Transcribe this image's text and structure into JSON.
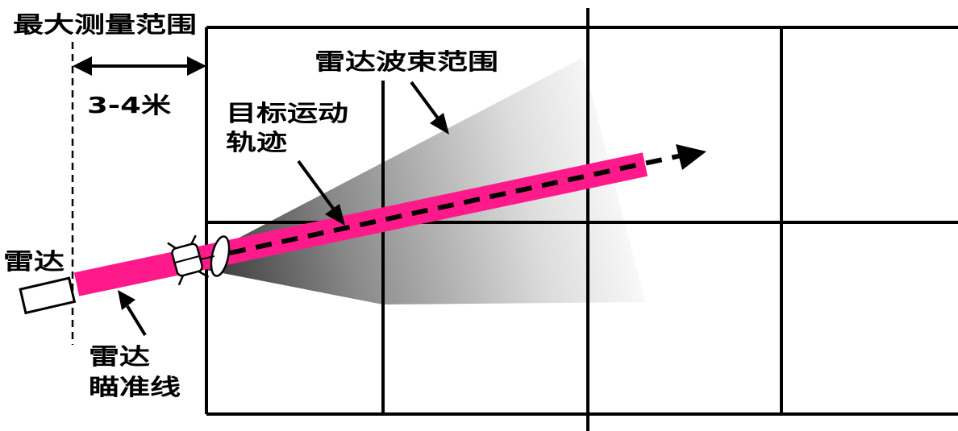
{
  "labels": {
    "max_range": "最大测量范围",
    "distance": "3-4米",
    "beam_range": "雷达波束范围",
    "trajectory_line1": "目标运动",
    "trajectory_line2": "轨迹",
    "radar": "雷达",
    "sightline_line1": "雷达",
    "sightline_line2": "瞄准线"
  },
  "colors": {
    "background": "#ffffff",
    "line": "#000000",
    "sightline": "#ff1a8c",
    "beam_light": "#ffffff",
    "beam_dark": "#3a3a3a"
  },
  "icons": {
    "radar": "radar-box-icon",
    "target": "satellite-dish-target-icon"
  }
}
